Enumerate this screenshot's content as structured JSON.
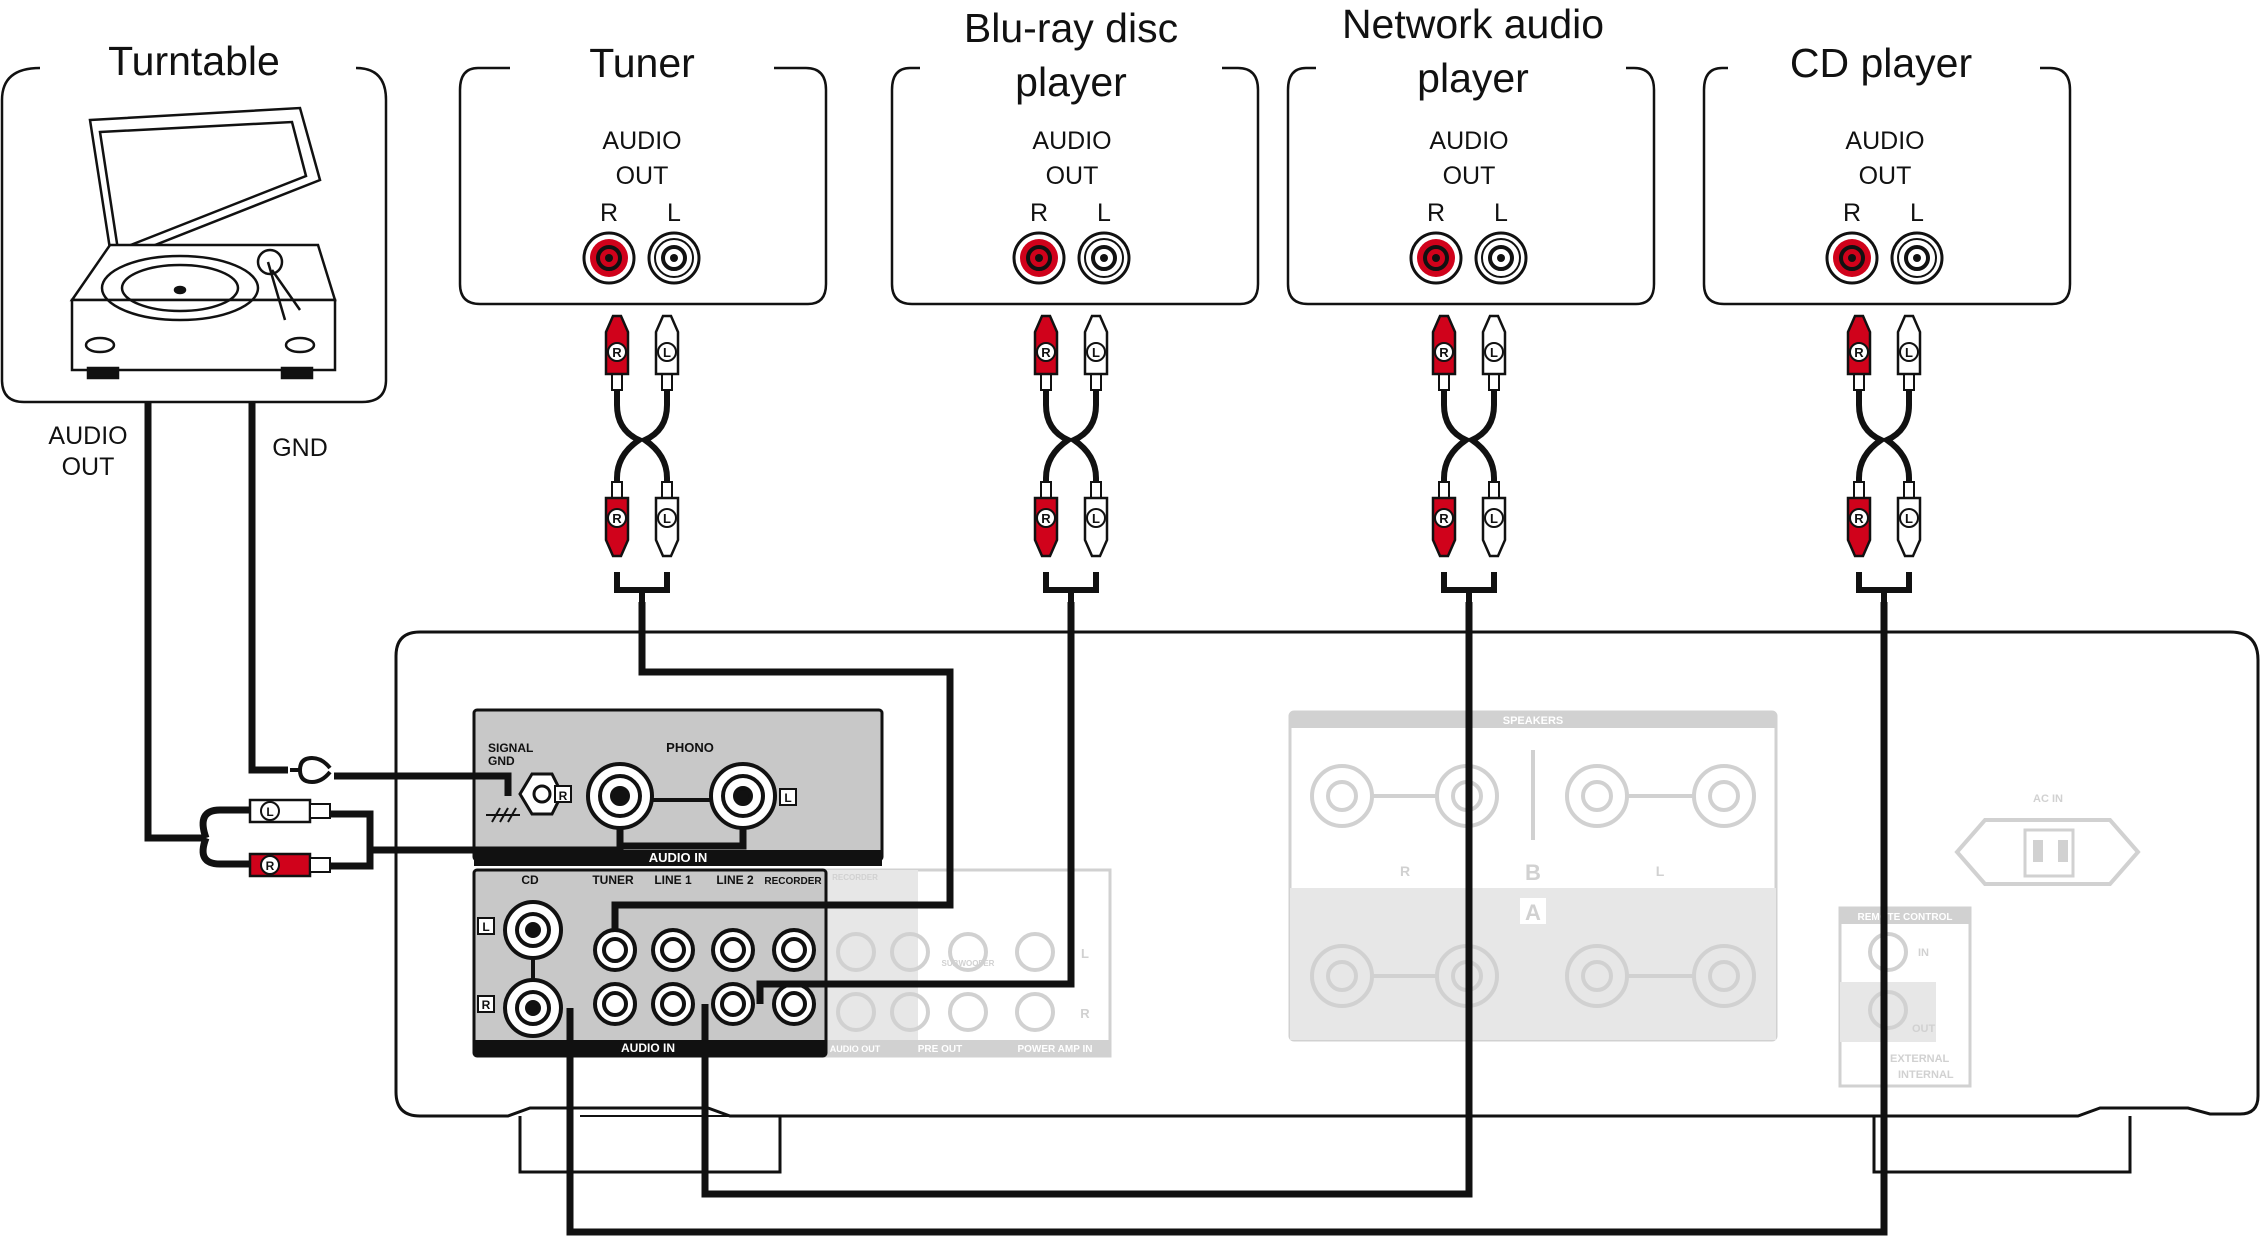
{
  "sources": [
    {
      "id": "turntable",
      "title_lines": [
        "Turntable"
      ],
      "outputs": [
        "AUDIO",
        "OUT"
      ],
      "gnd": "GND"
    },
    {
      "id": "tuner",
      "title_lines": [
        "Tuner"
      ],
      "audio": "AUDIO",
      "out": "OUT",
      "r": "R",
      "l": "L"
    },
    {
      "id": "bluray",
      "title_lines": [
        "Blu-ray disc",
        "player"
      ],
      "audio": "AUDIO",
      "out": "OUT",
      "r": "R",
      "l": "L"
    },
    {
      "id": "network",
      "title_lines": [
        "Network audio",
        "player"
      ],
      "audio": "AUDIO",
      "out": "OUT",
      "r": "R",
      "l": "L"
    },
    {
      "id": "cd",
      "title_lines": [
        "CD player"
      ],
      "audio": "AUDIO",
      "out": "OUT",
      "r": "R",
      "l": "L"
    }
  ],
  "plug_letters": {
    "r": "R",
    "l": "L"
  },
  "amp": {
    "phono_panel": {
      "signal_gnd": [
        "SIGNAL",
        "GND"
      ],
      "phono": "PHONO",
      "r": "R",
      "l": "L",
      "footer": "AUDIO IN"
    },
    "input_panel": {
      "cd": "CD",
      "tuner": "TUNER",
      "line1": "LINE 1",
      "line2": "LINE 2",
      "recorder": "RECORDER",
      "footer": "AUDIO IN",
      "l": "L",
      "r": "R"
    },
    "faded": {
      "recorder_small": "RECORDER",
      "audio_out": "AUDIO OUT",
      "subwoofer": "SUBWOOFER",
      "pre_out": "PRE OUT",
      "power_amp_in": "POWER AMP IN",
      "l": "L",
      "r": "R",
      "speakers": "SPEAKERS",
      "b": "B",
      "a": "A",
      "ac_in": "AC IN",
      "remote_control": "REMOTE CONTROL",
      "in": "IN",
      "out": "OUT",
      "external": "EXTERNAL",
      "internal": "INTERNAL"
    }
  },
  "colors": {
    "red": "#d0021b",
    "black": "#111111",
    "panel": "#c8c8c8",
    "faded": "#cfcfcf"
  }
}
